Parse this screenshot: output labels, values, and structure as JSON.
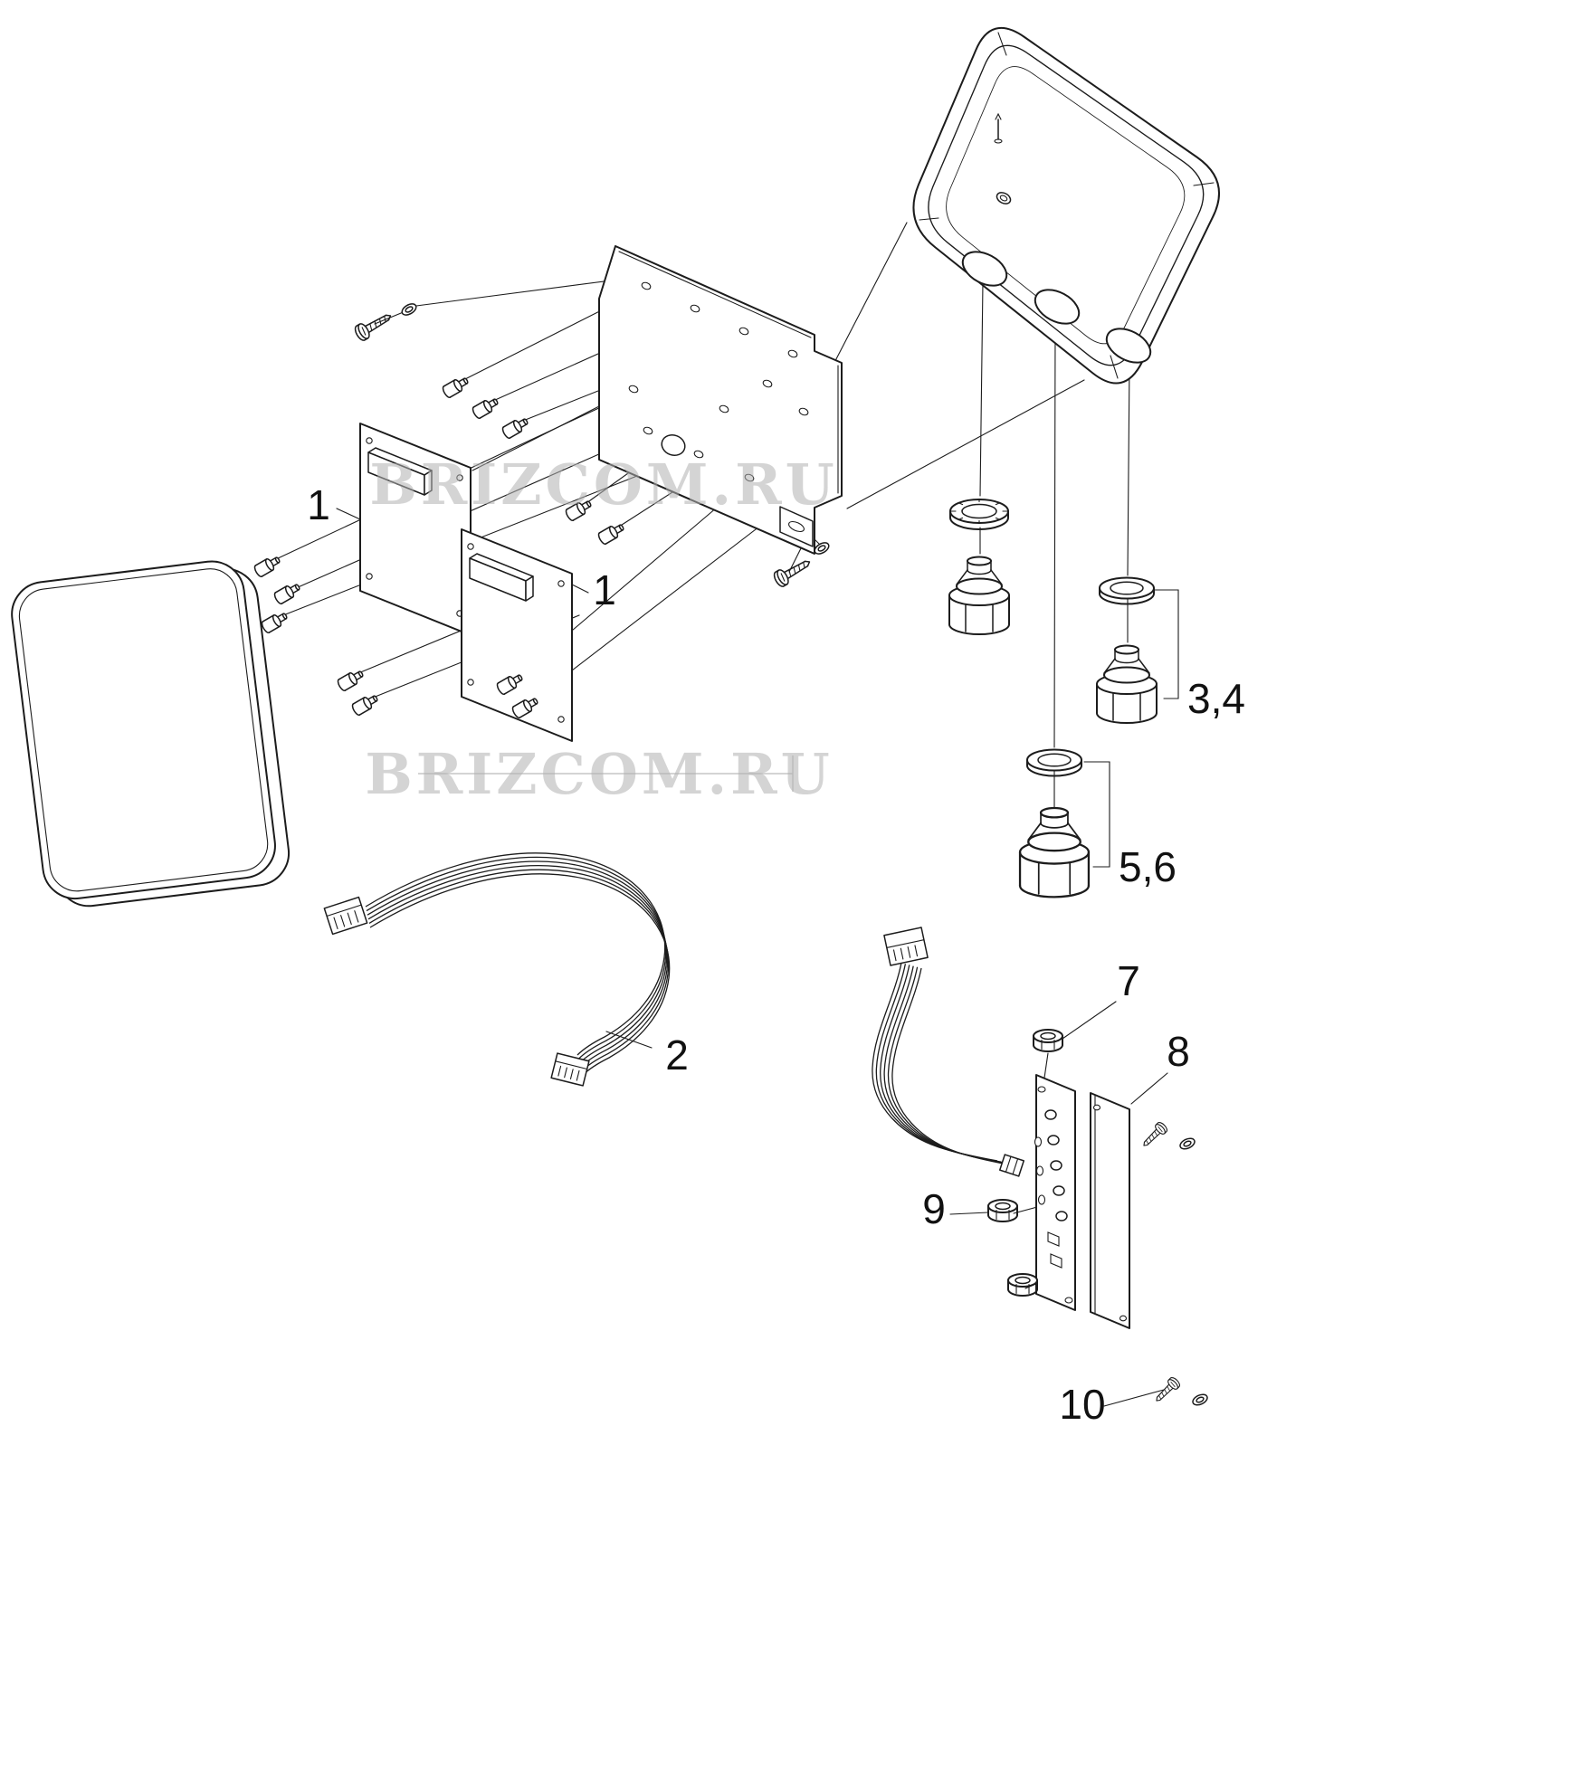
{
  "watermark": {
    "text": "BRIZCOM.RU",
    "color": "#b2b2b2"
  },
  "labels": {
    "pcb_a": "1",
    "pcb_b": "1",
    "ribbon_cable": "2",
    "gland_small": "3,4",
    "gland_large": "5,6",
    "nut_top": "7",
    "blank_cover_plate": "8",
    "nut_middle": "9",
    "cover_screws": "10"
  },
  "style": {
    "line_color": "#1c1c1c",
    "background": "#ffffff"
  }
}
